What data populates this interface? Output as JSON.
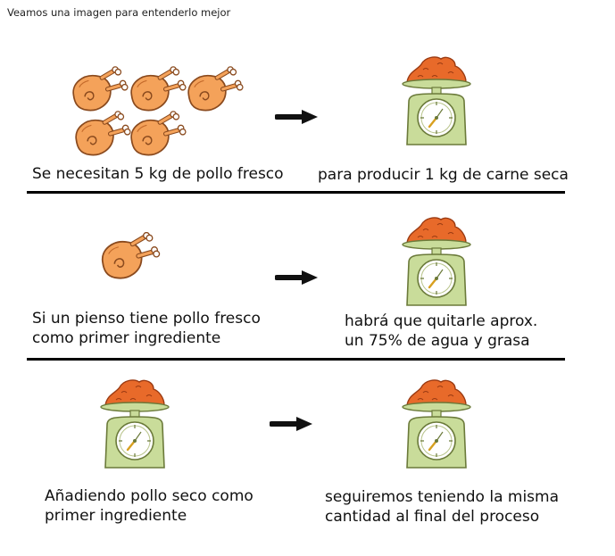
{
  "header": {
    "intro": "Veamos una imagen para entenderlo mejor"
  },
  "rows": [
    {
      "left_text": "Se necesitan 5 kg de pollo fresco",
      "right_text": "para producir 1 kg de carne seca",
      "chicken_count": 5
    },
    {
      "left_lines": [
        "Si un pienso tiene pollo fresco",
        "como primer ingrediente"
      ],
      "right_lines": [
        "habrá que quitarle aprox.",
        "un 75% de agua y grasa"
      ],
      "chicken_count": 1
    },
    {
      "left_lines": [
        "Añadiendo pollo seco como",
        "primer ingrediente"
      ],
      "right_lines": [
        "seguiremos teniendo la misma",
        "cantidad al final del proceso"
      ]
    }
  ],
  "icons": {
    "chicken": "roast-chicken-icon",
    "scale": "scale-with-meat-icon",
    "arrow": "right-arrow-icon"
  },
  "colors": {
    "chicken_fill": "#f4a25a",
    "chicken_outline": "#8a4a1e",
    "meat_fill": "#e86a2a",
    "scale_fill": "#c9dc9a",
    "scale_outline": "#6b7a3a"
  }
}
